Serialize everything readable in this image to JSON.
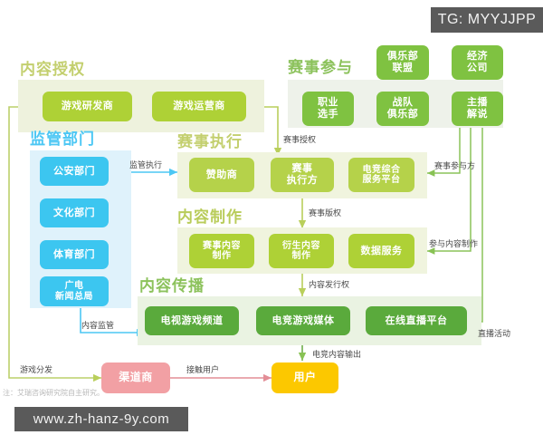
{
  "meta": {
    "footnote": "注：艾瑞咨询研究院自主研究。",
    "watermark_tg": "TG: MYYJJPP",
    "watermark_url": "www.zh-hanz-9y.com"
  },
  "colors": {
    "lime": "#aed136",
    "lime_light": "#b5d24a",
    "green": "#7fc241",
    "green_dark": "#5aaa3c",
    "blue": "#3cc6f0",
    "pink": "#f2a0a4",
    "yellow": "#fcc800",
    "panel_auth": "#eef2dd",
    "panel_reg": "#dff2fb",
    "panel_exec": "#f0f4de",
    "panel_prod": "#f0f4de",
    "panel_spread": "#eaf3e2",
    "panel_join": "#eef2ea"
  },
  "groups": {
    "content_authorization": {
      "title": "内容授权",
      "nodes": [
        {
          "label": "游戏研发商"
        },
        {
          "label": "游戏运营商"
        }
      ]
    },
    "regulation": {
      "title": "监管部门",
      "nodes": [
        {
          "label": "公安部门"
        },
        {
          "label": "文化部门"
        },
        {
          "label": "体育部门"
        },
        {
          "label": "广电\n新闻总局",
          "line1": "广电",
          "line2": "新闻总局"
        }
      ]
    },
    "event_execution": {
      "title": "赛事执行",
      "nodes": [
        {
          "label": "赞助商"
        },
        {
          "line1": "赛事",
          "line2": "执行方"
        },
        {
          "line1": "电竞综合",
          "line2": "服务平台"
        }
      ]
    },
    "content_production": {
      "title": "内容制作",
      "nodes": [
        {
          "line1": "赛事内容",
          "line2": "制作"
        },
        {
          "line1": "衍生内容",
          "line2": "制作"
        },
        {
          "label": "数据服务"
        }
      ]
    },
    "content_distribution": {
      "title": "内容传播",
      "nodes": [
        {
          "label": "电视游戏频道"
        },
        {
          "label": "电竞游戏媒体"
        },
        {
          "label": "在线直播平台"
        }
      ]
    },
    "event_participation": {
      "title": "赛事参与",
      "top_nodes": [
        {
          "line1": "俱乐部",
          "line2": "联盟"
        },
        {
          "line1": "经济",
          "line2": "公司"
        }
      ],
      "bottom_nodes": [
        {
          "line1": "职业",
          "line2": "选手"
        },
        {
          "line1": "战队",
          "line2": "俱乐部"
        },
        {
          "line1": "主播",
          "line2": "解说"
        }
      ]
    },
    "channel": {
      "label": "渠道商"
    },
    "user": {
      "label": "用户"
    }
  },
  "edges": [
    {
      "id": "e-dev-op",
      "label": ""
    },
    {
      "id": "e-reg-exec",
      "label": "监管执行"
    },
    {
      "id": "e-reg-spread",
      "label": "内容监管"
    },
    {
      "id": "e-op-exec",
      "label": "赛事授权"
    },
    {
      "id": "e-exec-prod",
      "label": "赛事版权"
    },
    {
      "id": "e-prod-spread",
      "label": "内容发行权"
    },
    {
      "id": "e-spread-user",
      "label": "电竞内容输出"
    },
    {
      "id": "e-join-exec",
      "label": "赛事参与方"
    },
    {
      "id": "e-join-prod",
      "label": "参与内容制作"
    },
    {
      "id": "e-join-live",
      "label": "直播活动"
    },
    {
      "id": "e-game-channel",
      "label": "游戏分发"
    },
    {
      "id": "e-channel-user",
      "label": "接触用户"
    }
  ]
}
